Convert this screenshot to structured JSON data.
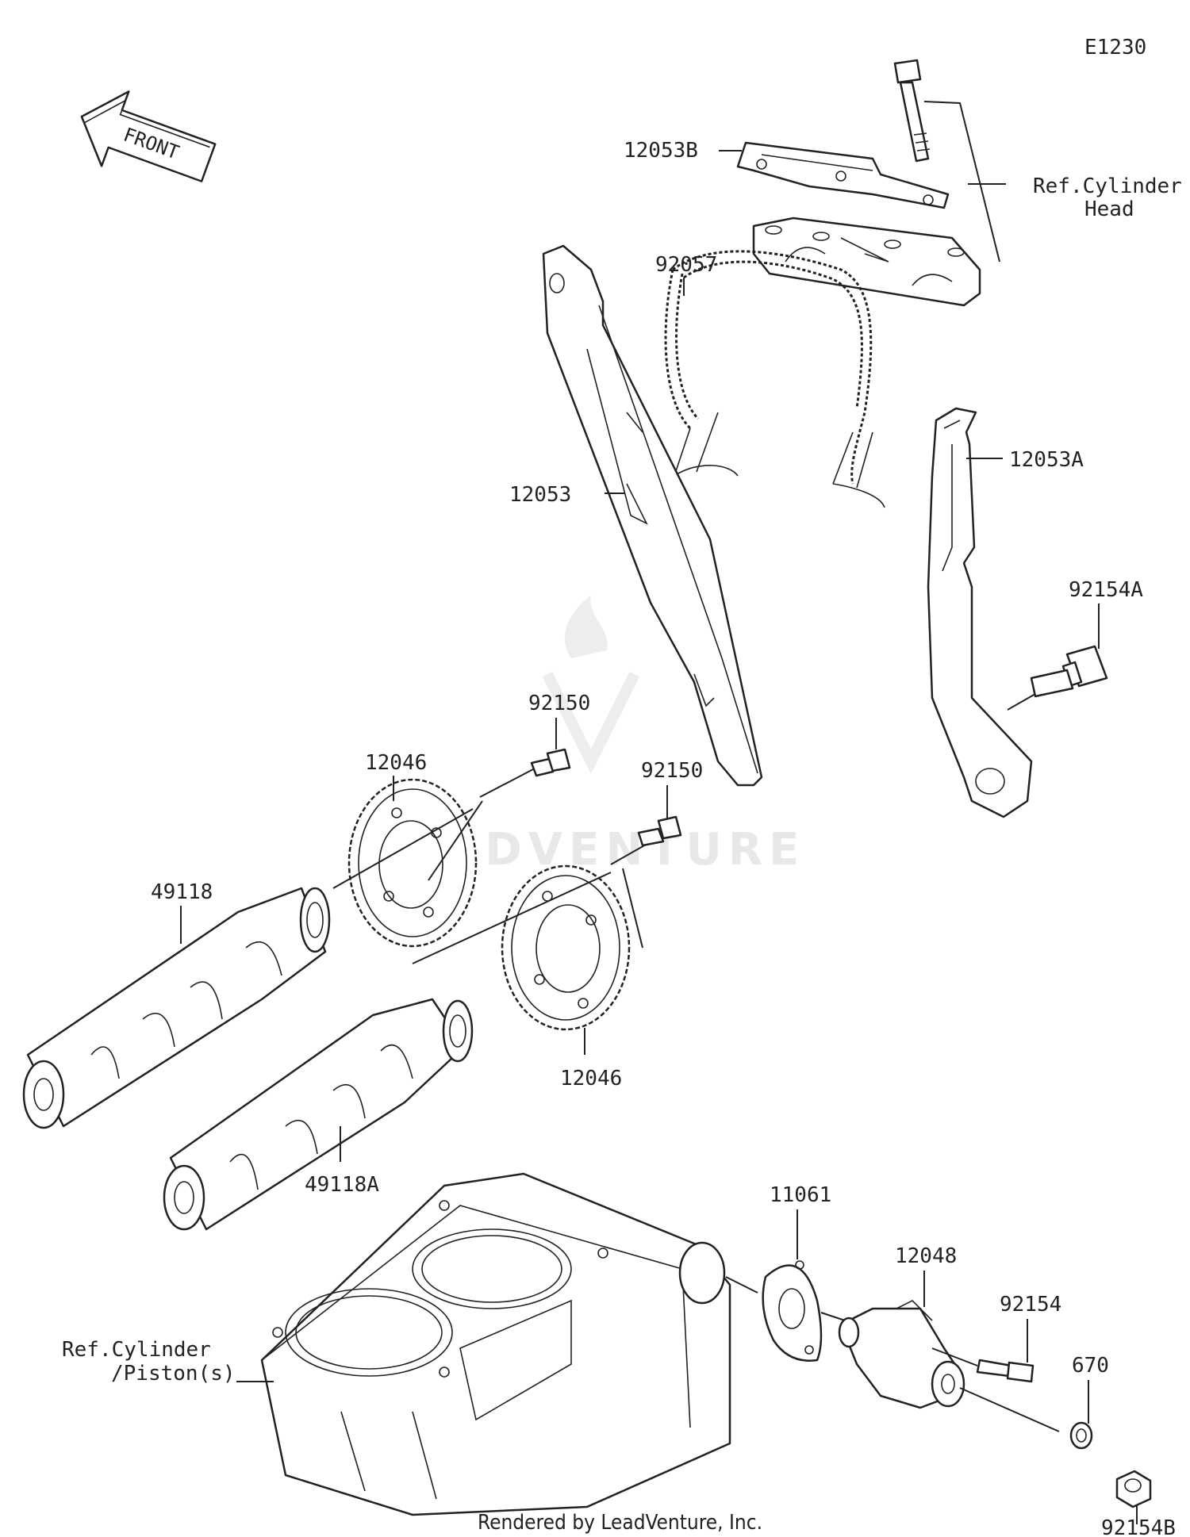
{
  "diagram_id": "E1230",
  "front_label": "FRONT",
  "footer": "Rendered by LeadVenture, Inc.",
  "watermark": "LEADVENTURE",
  "parts": {
    "p12053B": "12053B",
    "ref_cylinder_head_1": "Ref.Cylinder",
    "ref_cylinder_head_2": "Head",
    "p92057": "92057",
    "p12053": "12053",
    "p12053A": "12053A",
    "p92154A": "92154A",
    "p92150_1": "92150",
    "p92150_2": "92150",
    "p12046_1": "12046",
    "p12046_2": "12046",
    "p49118": "49118",
    "p49118A": "49118A",
    "p11061": "11061",
    "p12048": "12048",
    "p92154": "92154",
    "p670": "670",
    "p92154B": "92154B",
    "ref_cylinder_piston_1": "Ref.Cylinder",
    "ref_cylinder_piston_2": "/Piston(s)"
  }
}
